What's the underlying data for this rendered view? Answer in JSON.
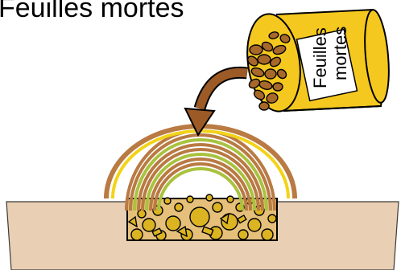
{
  "diagram": {
    "title": "Feuilles mortes",
    "can_label": [
      "Feuilles",
      "mortes"
    ]
  },
  "colors": {
    "soil": "#e9cfb3",
    "can_yellow": "#f4c81e",
    "leaves_brown": "#a8682a",
    "arrow_brown": "#9b5a26",
    "layer_brown": "#b97a43",
    "layer_green": "#a9c23f",
    "layer_yellow": "#f2d31a",
    "gravel": "#dcb422"
  },
  "icons": [
    "curved-arrow-icon",
    "can-icon",
    "leaves-icon"
  ]
}
